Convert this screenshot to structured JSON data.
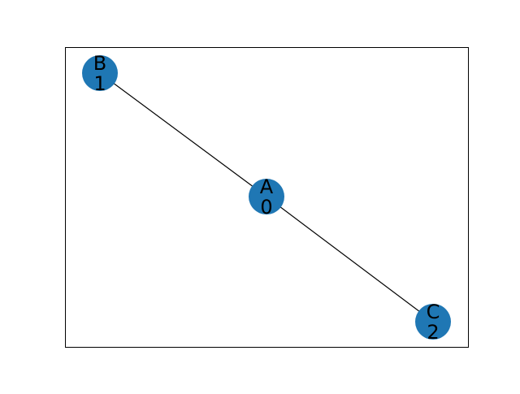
{
  "graph": {
    "node_color": "#1f77b4",
    "edge_color": "#000000",
    "label_color": "#000000",
    "nodes": [
      {
        "id": "A",
        "name": "A",
        "value": "0"
      },
      {
        "id": "B",
        "name": "B",
        "value": "1"
      },
      {
        "id": "C",
        "name": "C",
        "value": "2"
      }
    ],
    "edges": [
      {
        "source": "B",
        "target": "A"
      },
      {
        "source": "A",
        "target": "C"
      }
    ]
  }
}
